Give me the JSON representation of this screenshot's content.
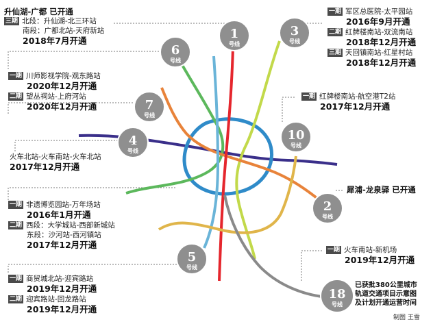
{
  "lines": [
    {
      "id": "1",
      "label": "号线",
      "color": "#e5262d"
    },
    {
      "id": "2",
      "label": "号线",
      "color": "#e8833a"
    },
    {
      "id": "3",
      "label": "号线",
      "color": "#c2d94a"
    },
    {
      "id": "4",
      "label": "号线",
      "color": "#3a2f8a"
    },
    {
      "id": "5",
      "label": "号线",
      "color": "#6ab4d8"
    },
    {
      "id": "6",
      "label": "号线",
      "color": "#e2a14a"
    },
    {
      "id": "7",
      "label": "号线",
      "color": "#2f8bc9"
    },
    {
      "id": "10",
      "label": "号线",
      "color": "#e0b54a"
    },
    {
      "id": "18",
      "label": "号线",
      "color": "#8a8a8a"
    }
  ],
  "notes": {
    "line1": {
      "title": "升仙湖-广都 已开通",
      "phase3": "三期",
      "north": "北段：升仙湖-北三环站",
      "south": "南段：广都北站-天府新站",
      "date": "2018年7月开通"
    },
    "line3": {
      "p1": "一期",
      "s1": "军区总医院-太平园站",
      "d1": "2016年9月开通",
      "p2": "二期",
      "s2": "红牌楼南站-双流南站",
      "d2": "2018年12月开通",
      "p3": "三期",
      "s3": "天回镇南站-红星村站",
      "d3": "2018年12月开通"
    },
    "line6": {
      "p1": "一期",
      "s1": "川师影视学院-观东路站",
      "d1": "2020年12月开通",
      "p2": "二期",
      "s2": "望丛祠站-上府河站",
      "d2": "2020年12月开通"
    },
    "line10": {
      "p1": "一期",
      "s1": "红牌楼南站-航空港T2站",
      "d1": "2017年12月开通"
    },
    "line4": {
      "s1": "火车北站-火车南站-火车北站",
      "d1": "2017年12月开通"
    },
    "line2": {
      "title": "犀浦-龙泉驿 已开通"
    },
    "line5": {
      "p1": "一期",
      "s1": "非遗博览园站-万年场站",
      "d1": "2016年1月开通",
      "p2": "二期",
      "w": "西段：大学城站-西部新城站",
      "e": "东段：沙河站-西河镇站",
      "d2": "2017年12月开通"
    },
    "line18": {
      "p1": "一期",
      "s1": "火车南站-新机场",
      "d1": "2019年12月开通"
    },
    "line5b": {
      "p1": "一期",
      "s1": "商贸城北站-迎宾路站",
      "d1": "2019年12月开通",
      "p2": "二期",
      "s2": "迎宾路站-回龙路站",
      "d2": "2019年12月开通"
    },
    "footer": {
      "l1": "已获批380公里城市",
      "l2": "轨道交通项目示意图",
      "l3": "及计划开通运营时间"
    },
    "credit": "制图 王雪"
  }
}
